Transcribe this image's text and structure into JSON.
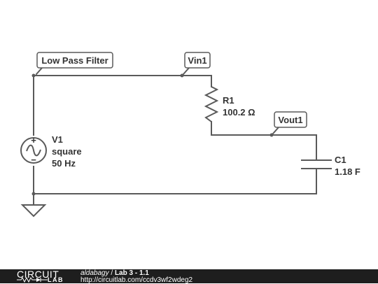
{
  "circuit": {
    "tags": {
      "low_pass_filter": "Low Pass Filter",
      "vin": "Vin1",
      "vout": "Vout1"
    },
    "source": {
      "name": "V1",
      "waveform": "square",
      "frequency": "50 Hz",
      "plus_sign": "+",
      "minus_sign": "−"
    },
    "resistor": {
      "name": "R1",
      "value": "100.2 Ω"
    },
    "capacitor": {
      "name": "C1",
      "value": "1.18 F"
    }
  },
  "footer": {
    "brand_top": "CIRCUIT",
    "brand_bottom": "LAB",
    "author": "aldabagy",
    "separator": " / ",
    "title": "Lab 3 - 1.1",
    "url": "http://circuitlab.com/ccdv3wf2wdeg2"
  },
  "colors": {
    "wire": "#5a5a5a",
    "text": "#333333",
    "footer_background": "#1e1e1e"
  }
}
